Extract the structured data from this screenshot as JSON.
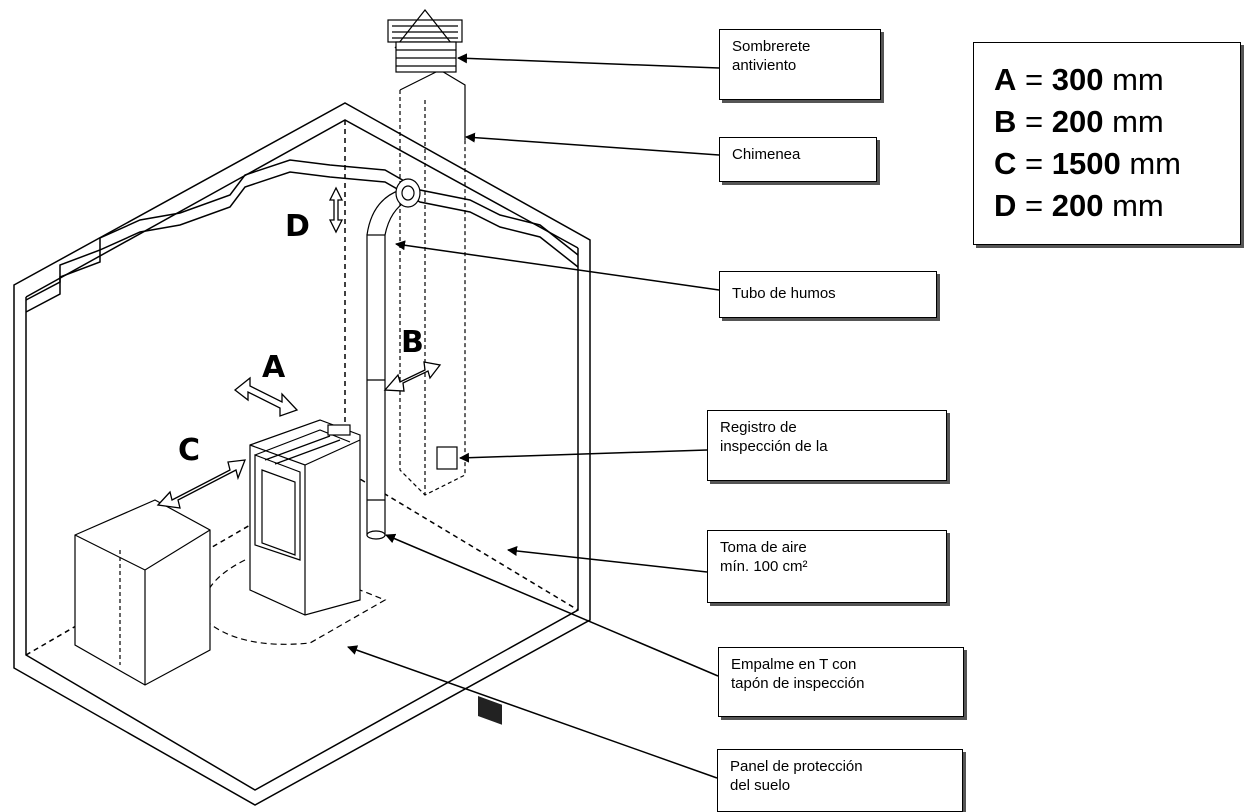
{
  "callouts": {
    "sombrerete": [
      "Sombrerete",
      "antiviento"
    ],
    "chimenea": [
      "Chimenea"
    ],
    "tubo": [
      "Tubo de humos"
    ],
    "registro": [
      "Registro de",
      "inspección de la"
    ],
    "toma": [
      "Toma de aire",
      "mín. 100 cm²"
    ],
    "empalme": [
      "Empalme en T con",
      "tapón de inspección"
    ],
    "panel": [
      "Panel de protección",
      "del suelo"
    ]
  },
  "legend": [
    {
      "letter": "A",
      "eq": "=",
      "value": "300",
      "unit": "mm"
    },
    {
      "letter": "B",
      "eq": "=",
      "value": "200",
      "unit": "mm"
    },
    {
      "letter": "C",
      "eq": "=",
      "value": "1500",
      "unit": "mm"
    },
    {
      "letter": "D",
      "eq": "=",
      "value": "200",
      "unit": "mm"
    }
  ],
  "dimension_labels": {
    "A": "A",
    "B": "B",
    "C": "C",
    "D": "D"
  }
}
